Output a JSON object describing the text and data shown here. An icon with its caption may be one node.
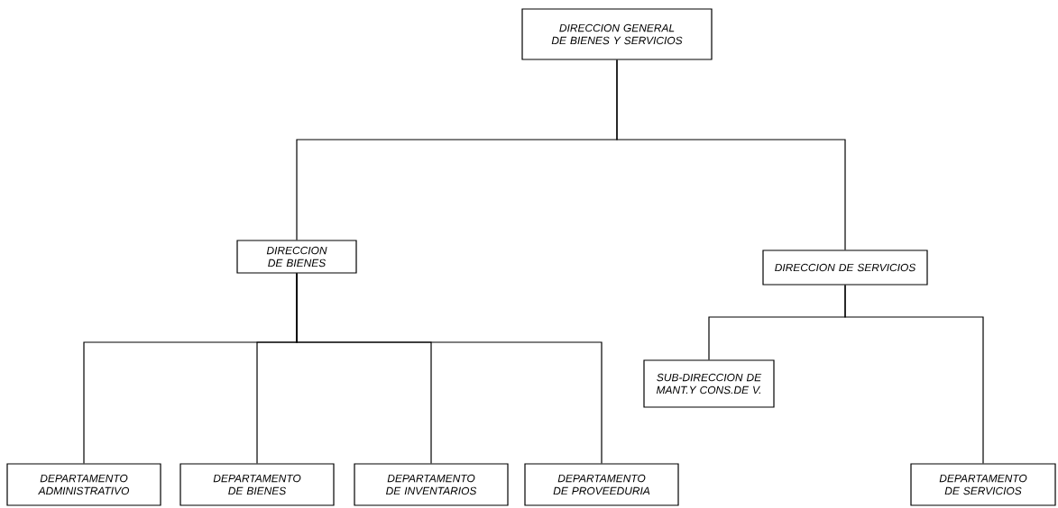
{
  "diagram": {
    "nodes": [
      {
        "text": [
          "DIRECCION GENERAL DE BIENES Y SERVICIOS"
        ]
      },
      {
        "text": [
          "DIRECCION DE BIENES"
        ]
      },
      {
        "text": [
          "DIRECCION DE SERVICIOS"
        ]
      },
      {
        "text": [
          "SUB-DIRECCION DE MANT.Y CONS.DE V."
        ]
      },
      {
        "text": [
          "DEPARTAMENTO ADMINISTRATIVO"
        ]
      },
      {
        "text": [
          "DEPARTAMENTO DE BIENES"
        ]
      },
      {
        "text": [
          "DEPARTAMENTO DE INVENTARIOS"
        ]
      },
      {
        "text": [
          "DEPARTAMENTO DE PROVEEDURIA"
        ]
      },
      {
        "text": [
          "DEPARTAMENTO DE SERVICIOS"
        ]
      }
    ],
    "edges": [
      {
        "from": 0,
        "to": 1,
        "arrow": "none"
      },
      {
        "from": 0,
        "to": 2,
        "arrow": "none"
      },
      {
        "from": 1,
        "to": 4,
        "arrow": "none"
      },
      {
        "from": 1,
        "to": 5,
        "arrow": "none"
      },
      {
        "from": 1,
        "to": 6,
        "arrow": "none"
      },
      {
        "from": 1,
        "to": 7,
        "arrow": "none"
      },
      {
        "from": 2,
        "to": 3,
        "arrow": "none"
      },
      {
        "from": 2,
        "to": 8,
        "arrow": "none"
      }
    ]
  }
}
